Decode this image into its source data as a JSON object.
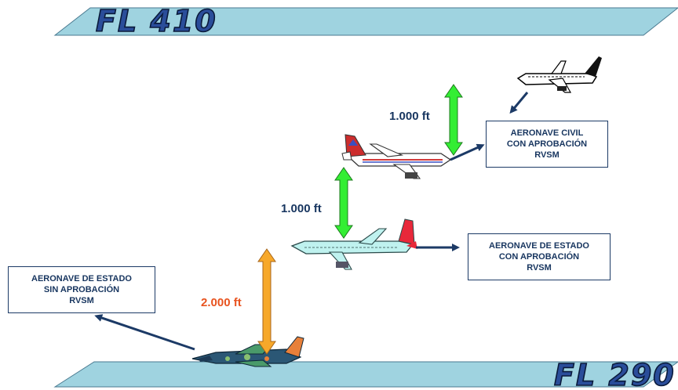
{
  "flight_levels": {
    "top": "FL 410",
    "bottom": "FL 290"
  },
  "separations": {
    "upper": "1.000 ft",
    "middle": "1.000 ft",
    "lower": "2.000 ft"
  },
  "boxes": {
    "civil": {
      "line1": "AERONAVE CIVIL",
      "line2": "CON APROBACIÓN",
      "line3": "RVSM"
    },
    "state_approved": {
      "line1": "AERONAVE DE ESTADO",
      "line2": "CON APROBACIÓN",
      "line3": "RVSM"
    },
    "state_not_approved": {
      "line1": "AERONAVE DE ESTADO",
      "line2": "SIN APROBACIÓN",
      "line3": "RVSM"
    }
  },
  "colors": {
    "plane_band": "#9fd3e0",
    "fl_text": "#2a4d9a",
    "green_arrow": "#33ee33",
    "orange_arrow": "#f7a82a",
    "orange_text": "#e8531f",
    "navy": "#1c3a66"
  }
}
